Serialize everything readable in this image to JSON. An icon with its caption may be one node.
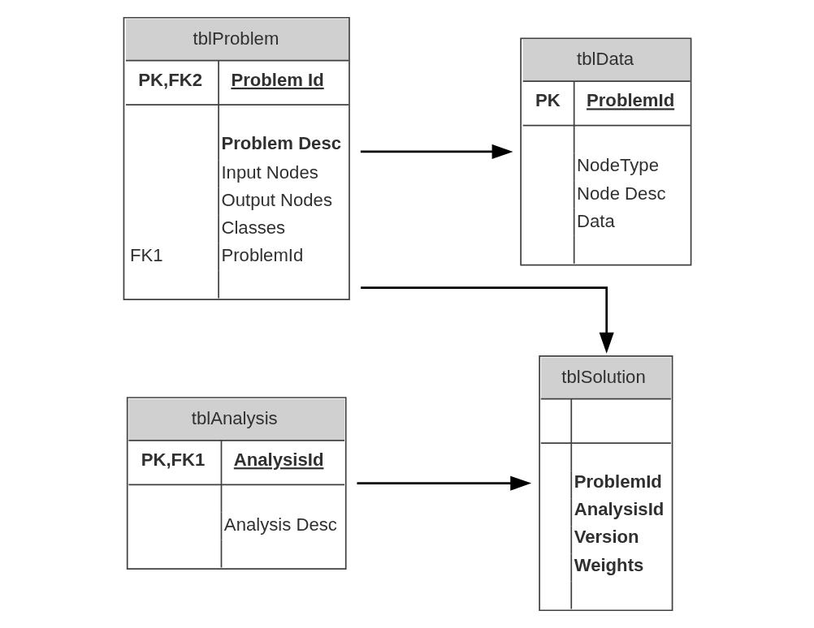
{
  "diagram": {
    "nodes": [
      {
        "text": [
          "tblData",
          "PK",
          "ProblemId",
          "NodeType",
          "Node Desc",
          "Data"
        ]
      },
      {
        "text": [
          "tblProblem",
          "PK,FK2",
          "Problem Id",
          "Problem Desc",
          "Input Nodes",
          "Output Nodes",
          "Classes",
          "FK1",
          "ProblemId"
        ]
      },
      {
        "text": [
          "tblSolution",
          "ProblemId",
          "AnalysisId",
          "Version",
          "Weights"
        ]
      },
      {
        "text": [
          "tblAnalysis",
          "PK,FK1",
          "AnalysisId",
          "Analysis Desc"
        ]
      }
    ],
    "edges": [
      {
        "from": 1,
        "to": 0,
        "arrow": "to"
      },
      {
        "from": 1,
        "to": 2,
        "arrow": "to"
      },
      {
        "from": 3,
        "to": 2,
        "arrow": "to"
      }
    ]
  }
}
